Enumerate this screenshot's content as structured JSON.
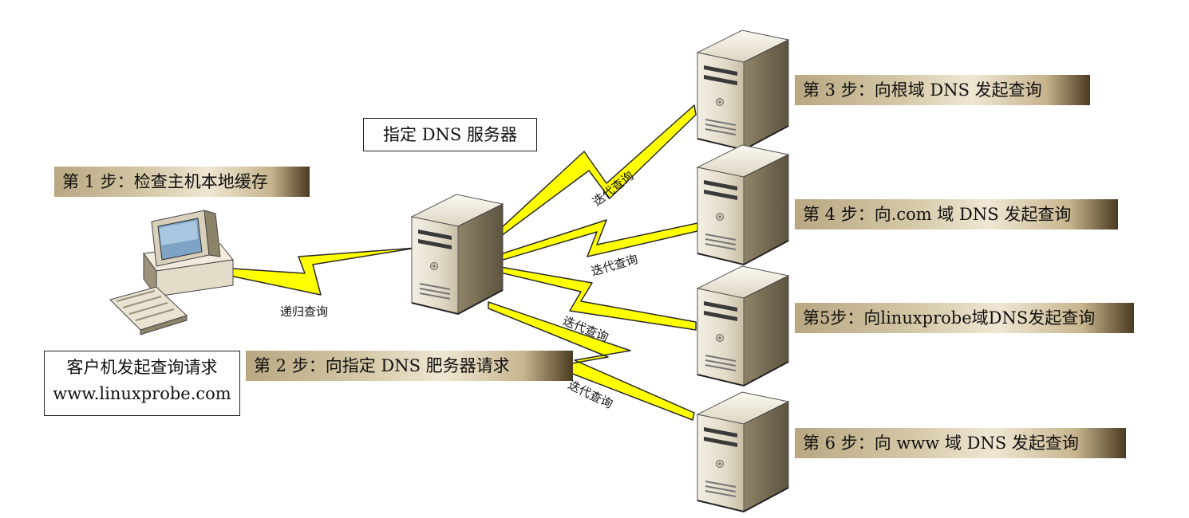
{
  "steps": {
    "step1": "第 1 步：检查主机本地缓存",
    "step2": "第 2 步：向指定 DNS 肥务器请求",
    "step3": "第 3 步：向根域 DNS 发起查询",
    "step4": "第 4 步：向.com 域 DNS 发起查询",
    "step5": "第5步：向linuxprobe域DNS发起查询",
    "step6": "第 6 步：向 www 域 DNS 发起查询"
  },
  "dns_server_label": "指定 DNS 服务器",
  "client_label": {
    "line1": "客户机发起查询请求",
    "line2": "www.linuxprobe.com"
  },
  "links": {
    "recursive": "递归查询",
    "iterative": "迭代查询"
  },
  "colors": {
    "bolt": "#ffff00",
    "label_band": "#c7b48d"
  }
}
